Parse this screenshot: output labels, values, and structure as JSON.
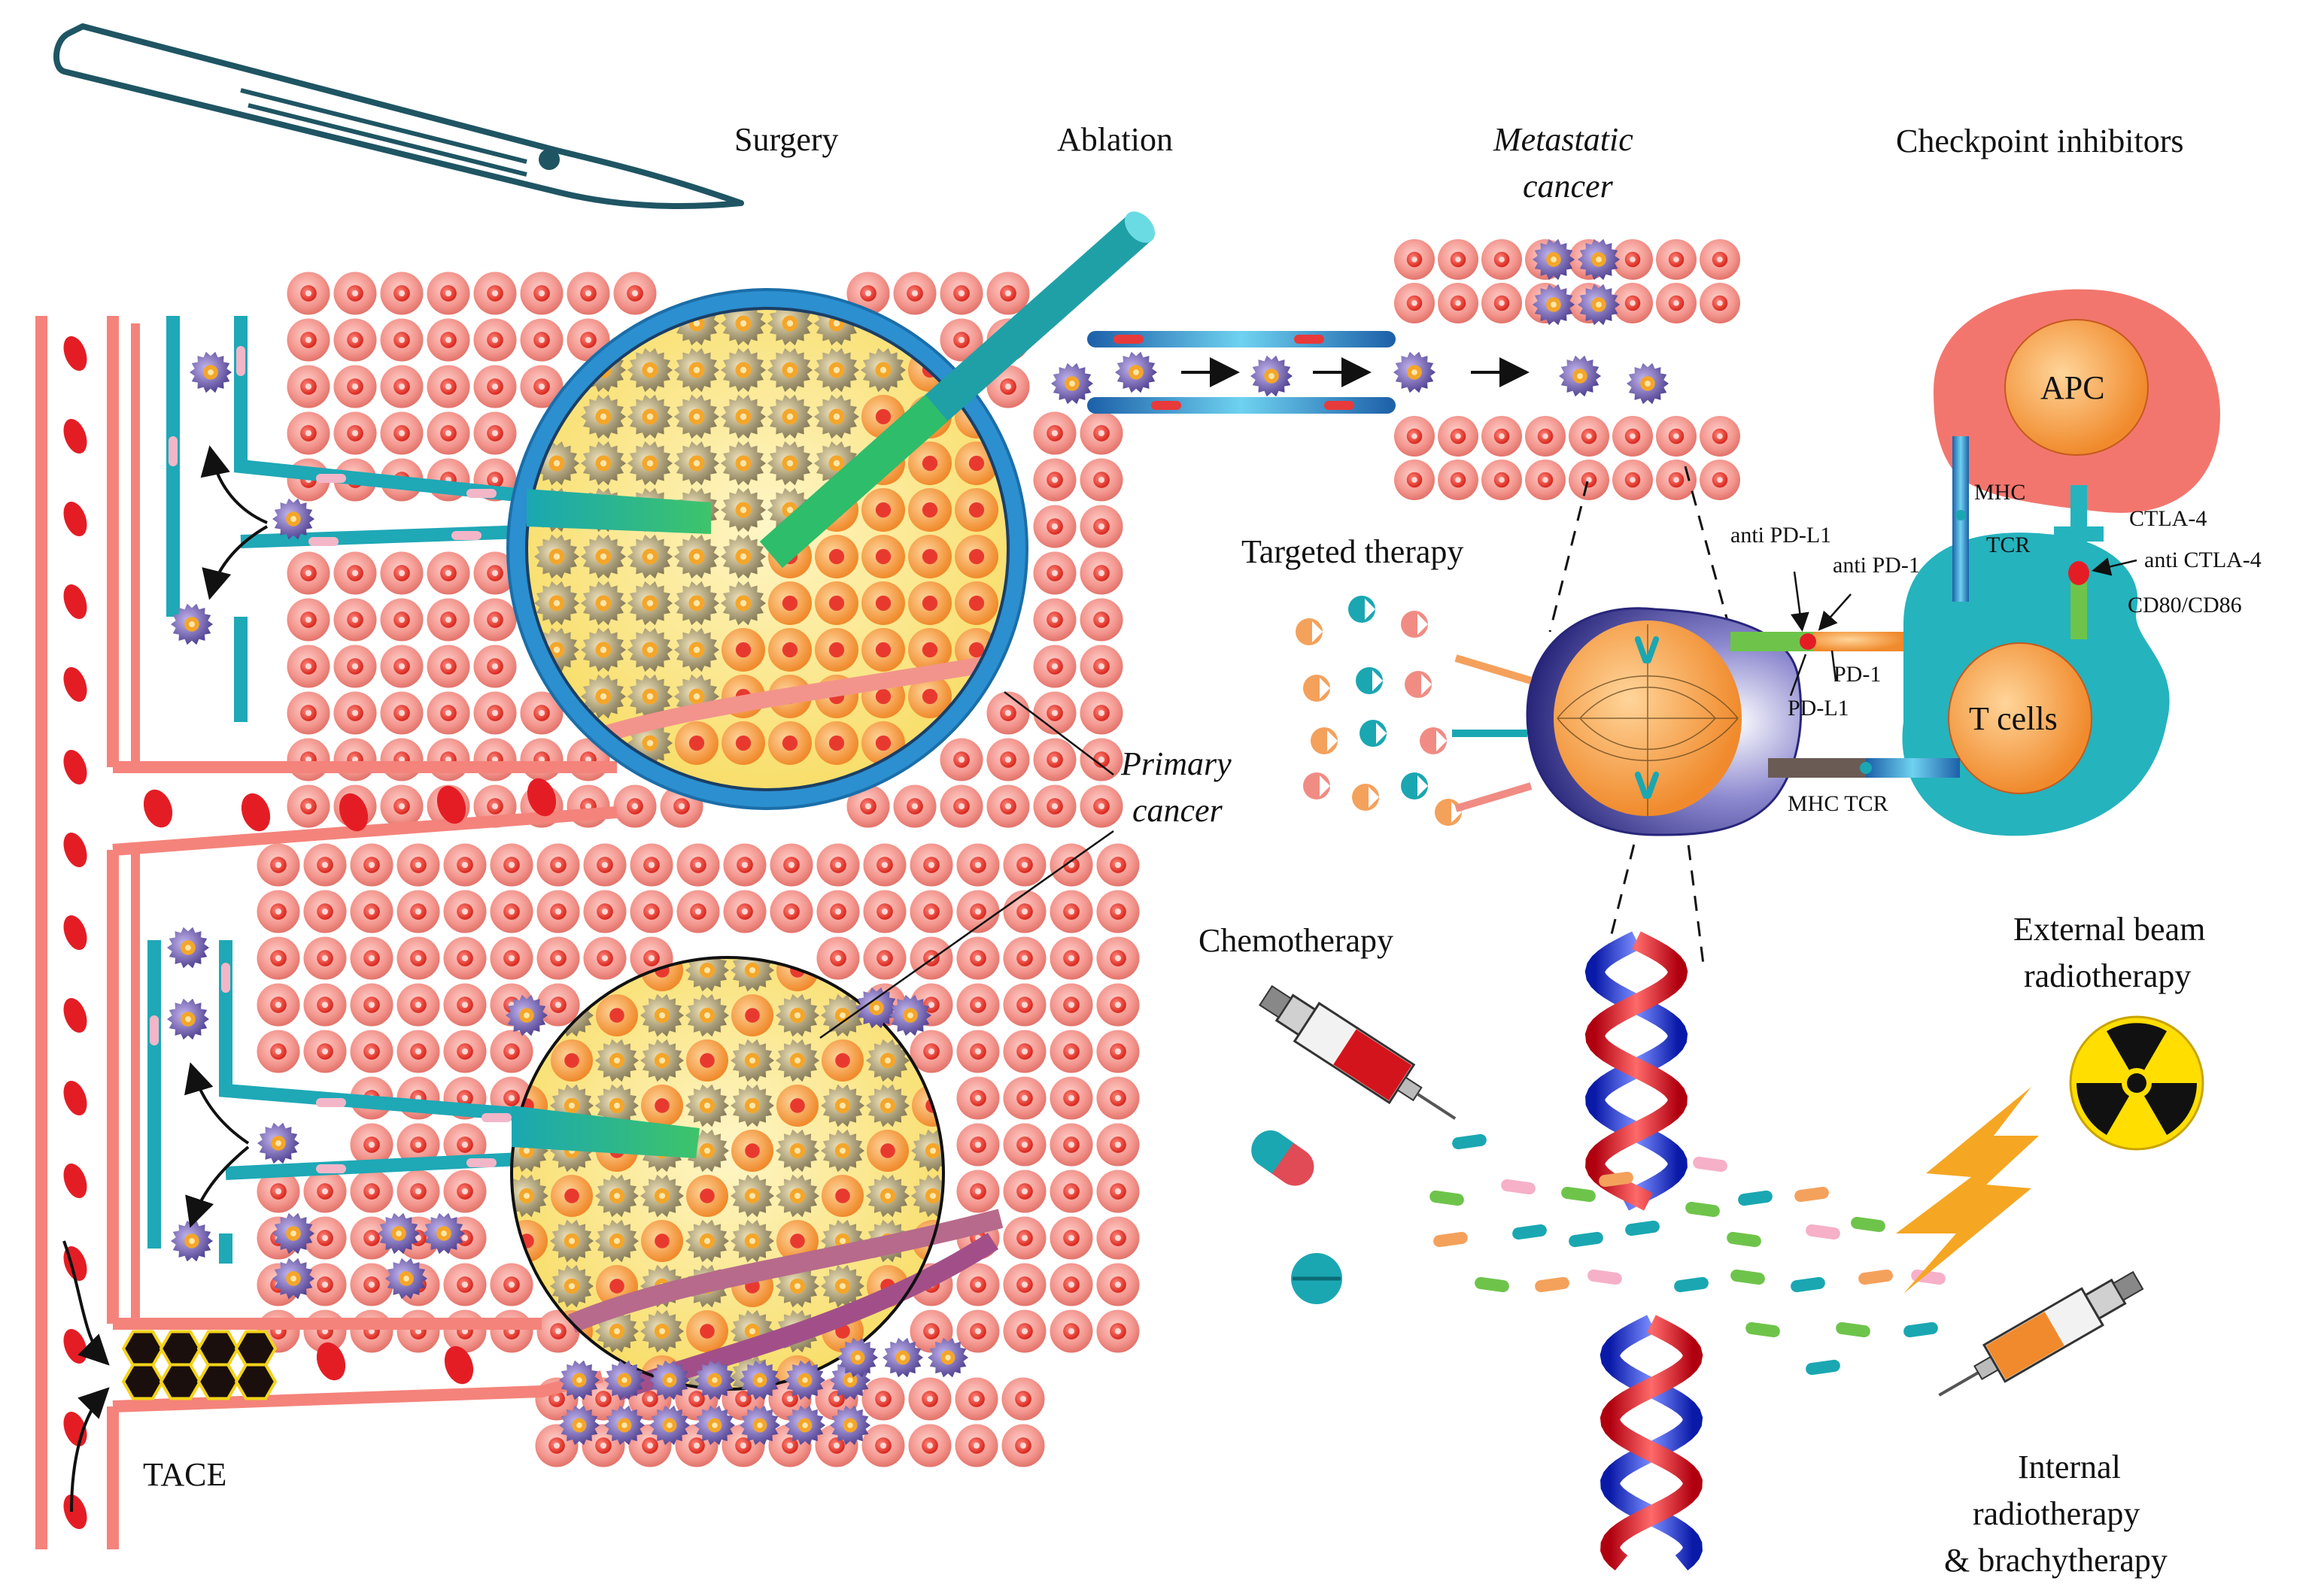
{
  "labels": {
    "surgery": "Surgery",
    "ablation": "Ablation",
    "metastatic_line1": "Metastatic",
    "metastatic_line2": "cancer",
    "checkpoint": "Checkpoint inhibitors",
    "apc": "APC",
    "mhc_top": "MHC",
    "tcr_top": "TCR",
    "ctla4": "CTLA-4",
    "anti_ctla4": "anti CTLA-4",
    "cd80_86": "CD80/CD86",
    "anti_pdl1": "anti PD-L1",
    "anti_pd1": "anti PD-1",
    "pd1": "PD-1",
    "pdl1": "PD-L1",
    "tcells": "T cells",
    "mhc_tcr_bottom": "MHC TCR",
    "targeted": "Targeted therapy",
    "primary_line1": "Primary",
    "primary_line2": "cancer",
    "chemo": "Chemotherapy",
    "ext_line1": "External beam",
    "ext_line2": "radiotherapy",
    "int_line1": "Internal",
    "int_line2": "radiotherapy",
    "int_line3": "& brachytherapy",
    "tace": "TACE"
  },
  "colors": {
    "cell_fill": "#f08c84",
    "cell_nucleus": "#e8392f",
    "vessel": "#f4837b",
    "vessel_red": "#e41d25",
    "teal": "#1fa8b6",
    "blue_ring": "#2b8fd0",
    "tumor_yellow": "#f8e27a",
    "orange_cell": "#f6a04e",
    "purple_cell": "#5c4b9a",
    "apc": "#f2766e",
    "tcell": "#25b3bd",
    "tumor_cell_navy": "#2e2d7c",
    "lightning": "#f5a623",
    "radiation_yellow": "#ffde00"
  },
  "icons": [
    "scalpel-icon",
    "ablation-probe-icon",
    "syringe-icon",
    "capsule-icon",
    "pill-icon",
    "dna-helix-icon",
    "radiation-icon",
    "lightning-icon",
    "brachytherapy-syringe-icon"
  ]
}
